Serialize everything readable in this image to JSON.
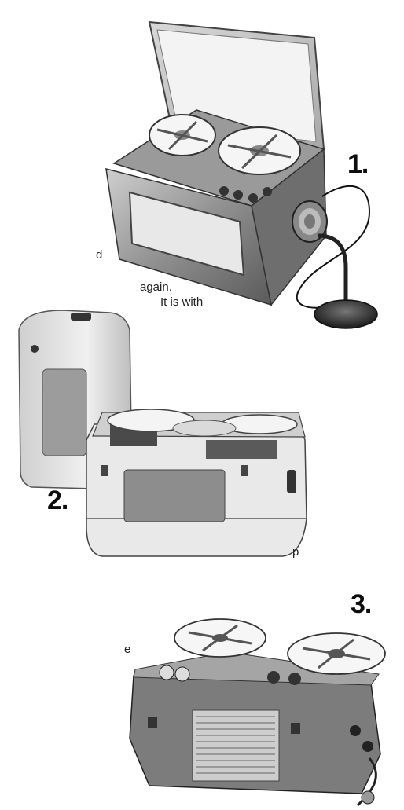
{
  "figure_labels": [
    "1.",
    "2.",
    "3."
  ],
  "text_fragments": {
    "again": "again.",
    "it_is_with": "It is with",
    "d": "d",
    "e": "e",
    "p": "p"
  }
}
